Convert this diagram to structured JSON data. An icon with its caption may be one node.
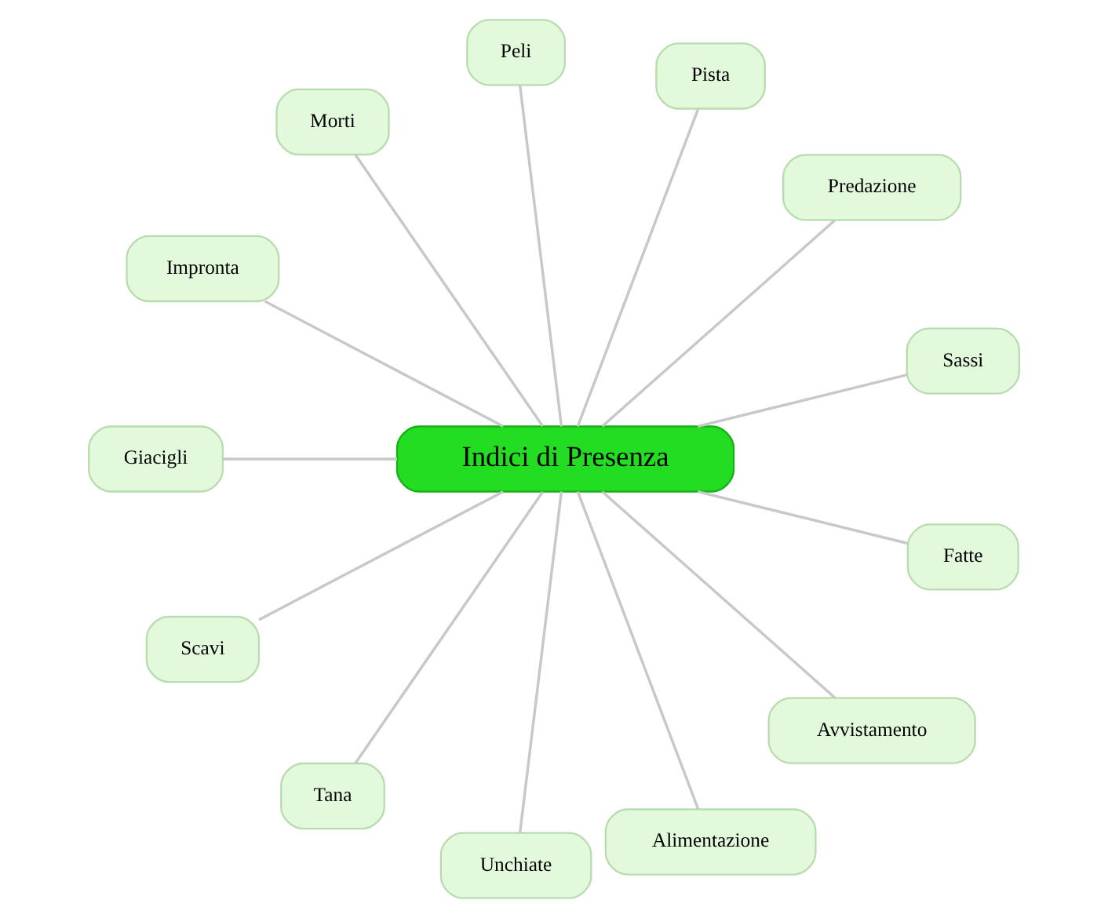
{
  "diagram": {
    "nodes": [
      {
        "text": [
          "Indici di Presenza"
        ]
      },
      {
        "text": [
          "Sassi"
        ]
      },
      {
        "text": [
          "Predazione"
        ]
      },
      {
        "text": [
          "Pista"
        ]
      },
      {
        "text": [
          "Peli"
        ]
      },
      {
        "text": [
          "Morti"
        ]
      },
      {
        "text": [
          "Impronta"
        ]
      },
      {
        "text": [
          "Giacigli"
        ]
      },
      {
        "text": [
          "Scavi"
        ]
      },
      {
        "text": [
          "Tana"
        ]
      },
      {
        "text": [
          "Unchiate"
        ]
      },
      {
        "text": [
          "Alimentazione"
        ]
      },
      {
        "text": [
          "Avvistamento"
        ]
      },
      {
        "text": [
          "Fatte"
        ]
      }
    ],
    "edges": [
      {
        "from": 0,
        "to": 1,
        "arrow": "none"
      },
      {
        "from": 0,
        "to": 2,
        "arrow": "none"
      },
      {
        "from": 0,
        "to": 3,
        "arrow": "none"
      },
      {
        "from": 0,
        "to": 4,
        "arrow": "none"
      },
      {
        "from": 0,
        "to": 5,
        "arrow": "none"
      },
      {
        "from": 0,
        "to": 6,
        "arrow": "none"
      },
      {
        "from": 0,
        "to": 7,
        "arrow": "none"
      },
      {
        "from": 0,
        "to": 8,
        "arrow": "none"
      },
      {
        "from": 0,
        "to": 9,
        "arrow": "none"
      },
      {
        "from": 0,
        "to": 10,
        "arrow": "none"
      },
      {
        "from": 0,
        "to": 11,
        "arrow": "none"
      },
      {
        "from": 0,
        "to": 12,
        "arrow": "none"
      },
      {
        "from": 0,
        "to": 13,
        "arrow": "none"
      }
    ]
  }
}
